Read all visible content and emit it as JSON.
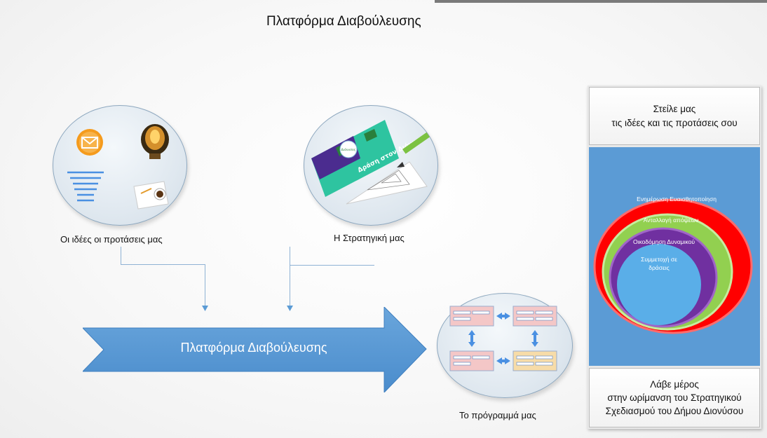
{
  "title": "Πλατφόρμα Διαβούλευσης",
  "ideas": {
    "label": "Οι ιδέες οι προτάσεις μας"
  },
  "strategy": {
    "label": "Η Στρατηγική μας",
    "card_text": "Δράση στον Διόνυσο",
    "logo_text": "Διόνυσος"
  },
  "program": {
    "label": "Το πρόγραμμά μας"
  },
  "arrow": {
    "label": "Πλατφόρμα Διαβούλευσης"
  },
  "panel": {
    "top": [
      "Στείλε μας",
      "τις ιδέες και τις προτάσεις σου"
    ],
    "rings": [
      {
        "label": "Ενημέρωση Ευαισθητοποίηση",
        "color": "#ff0000"
      },
      {
        "label": "Ανταλλαγή απόψεων",
        "color": "#92d050"
      },
      {
        "label": "Οικοδόμηση Δυναμικού",
        "color": "#7030a0"
      },
      {
        "label": "Συμμετοχή σε",
        "label2": "δράσεις",
        "color": "#5aaee8"
      }
    ],
    "bottom": [
      "Λάβε μέρος",
      "στην ωρίμανση του Στρατηγικού",
      "Σχεδιασμού του Δήμου Διονύσου"
    ]
  },
  "colors": {
    "arrow": "#5b9bd5",
    "panel_mid": "#5b9bd5",
    "connector": "#8fb2d4"
  }
}
